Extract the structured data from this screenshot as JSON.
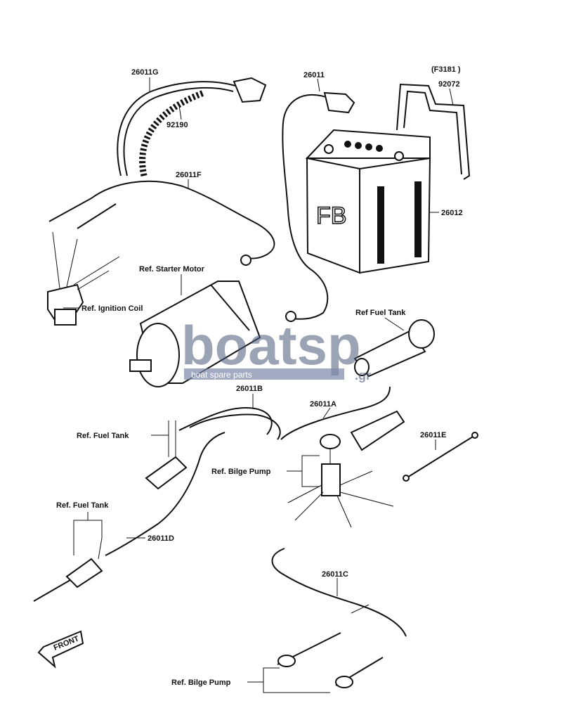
{
  "diagram": {
    "code": "(F3181 )",
    "parts": {
      "p26011G": "26011G",
      "p92190": "92190",
      "p26011": "26011",
      "p92072": "92072",
      "p26011F": "26011F",
      "p26012": "26012",
      "p26011B": "26011B",
      "p26011A": "26011A",
      "p26011E": "26011E",
      "p26011D": "26011D",
      "p26011C": "26011C"
    },
    "refs": {
      "starter_motor": "Ref. Starter Motor",
      "ignition_coil": "Ref. Ignition Coil",
      "fuel_tank_top": "Ref  Fuel Tank",
      "fuel_tank_mid": "Ref. Fuel Tank",
      "bilge_pump_mid": "Ref. Bilge Pump",
      "fuel_tank_low": "Ref. Fuel Tank",
      "bilge_pump_low": "Ref. Bilge Pump"
    },
    "battery_brand": "FB",
    "front_label": "FRONT"
  },
  "watermark": {
    "main": "boatsp",
    "suffix": ".gr",
    "tagline": "boat spare parts"
  }
}
